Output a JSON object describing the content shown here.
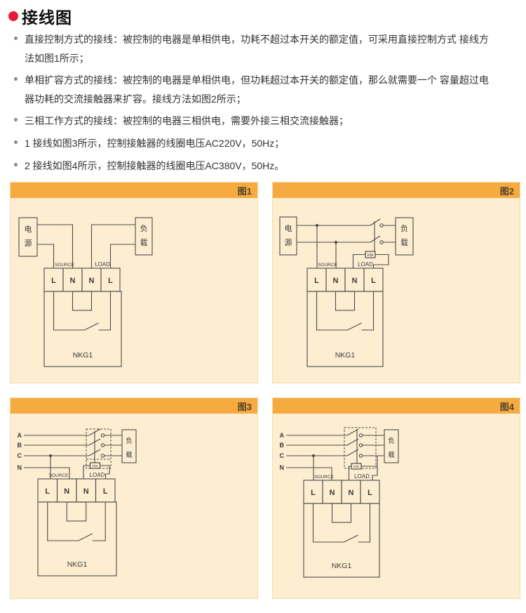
{
  "page": {
    "title": "接线图"
  },
  "intro": {
    "bullets": [
      {
        "text": "直接控制方式的接线：被控制的电器是单相供电，功耗不超过本开关的额定值，可采用直接控制方式 接线方法如图1所示；"
      },
      {
        "text": "单相扩容方式的接线：被控制的电器是单相供电，但功耗超过本开关的额定值，那么就需要一个 容量超过电器功耗的交流接触器来扩容。接线方法如图2所示；"
      },
      {
        "text": "三相工作方式的接线：被控制的电器三相供电，需要外接三相交流接触器；"
      },
      {
        "text": "1 接线如图3所示，控制接触器的线圈电压AC220V，50Hz；"
      },
      {
        "text": "2 接线如图4所示，控制接触器的线圈电压AC380V，50Hz。"
      }
    ]
  },
  "panels": [
    {
      "tag": "图1",
      "type": "fig1"
    },
    {
      "tag": "图2",
      "type": "fig2"
    },
    {
      "tag": "图3",
      "type": "fig3"
    },
    {
      "tag": "图4",
      "type": "fig4"
    }
  ],
  "diagram": {
    "power": "电源",
    "load": "负载",
    "terminals": [
      "L",
      "N",
      "N",
      "L"
    ],
    "source_label": "SOURCE",
    "load_label": "LOAD",
    "device": "NKG1",
    "km": "KM",
    "phases": [
      "A",
      "B",
      "C",
      "N"
    ]
  },
  "colors": {
    "header": "#f6ab40",
    "panel_bg": "#fdeed2",
    "line": "#4a4a4a",
    "fig_label": "#54432a",
    "bullet_red": "#e81a3c"
  }
}
